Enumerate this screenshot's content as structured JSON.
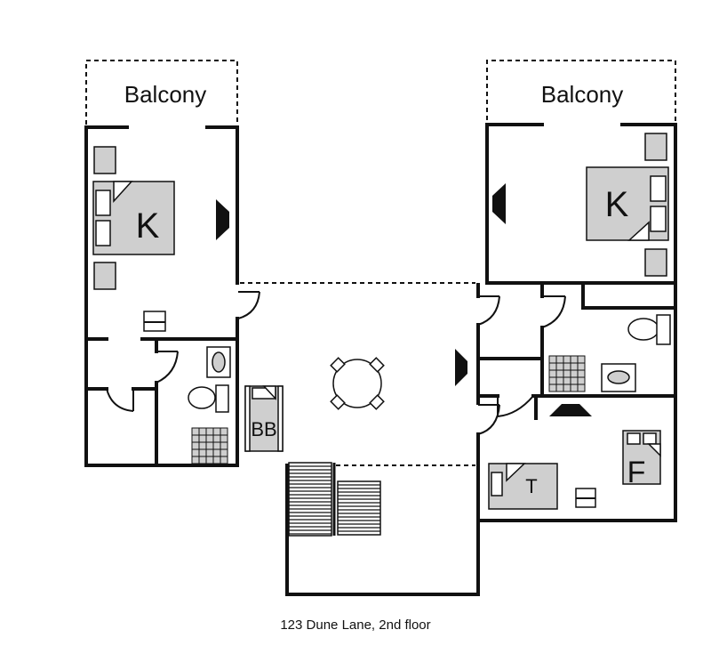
{
  "plan": {
    "balcony_left": "Balcony",
    "balcony_right": "Balcony",
    "bed_king_left": "K",
    "bed_king_right": "K",
    "bed_bunk": "BB",
    "bed_twin": "T",
    "bed_full": "F"
  },
  "caption": "123 Dune Lane, 2nd floor"
}
